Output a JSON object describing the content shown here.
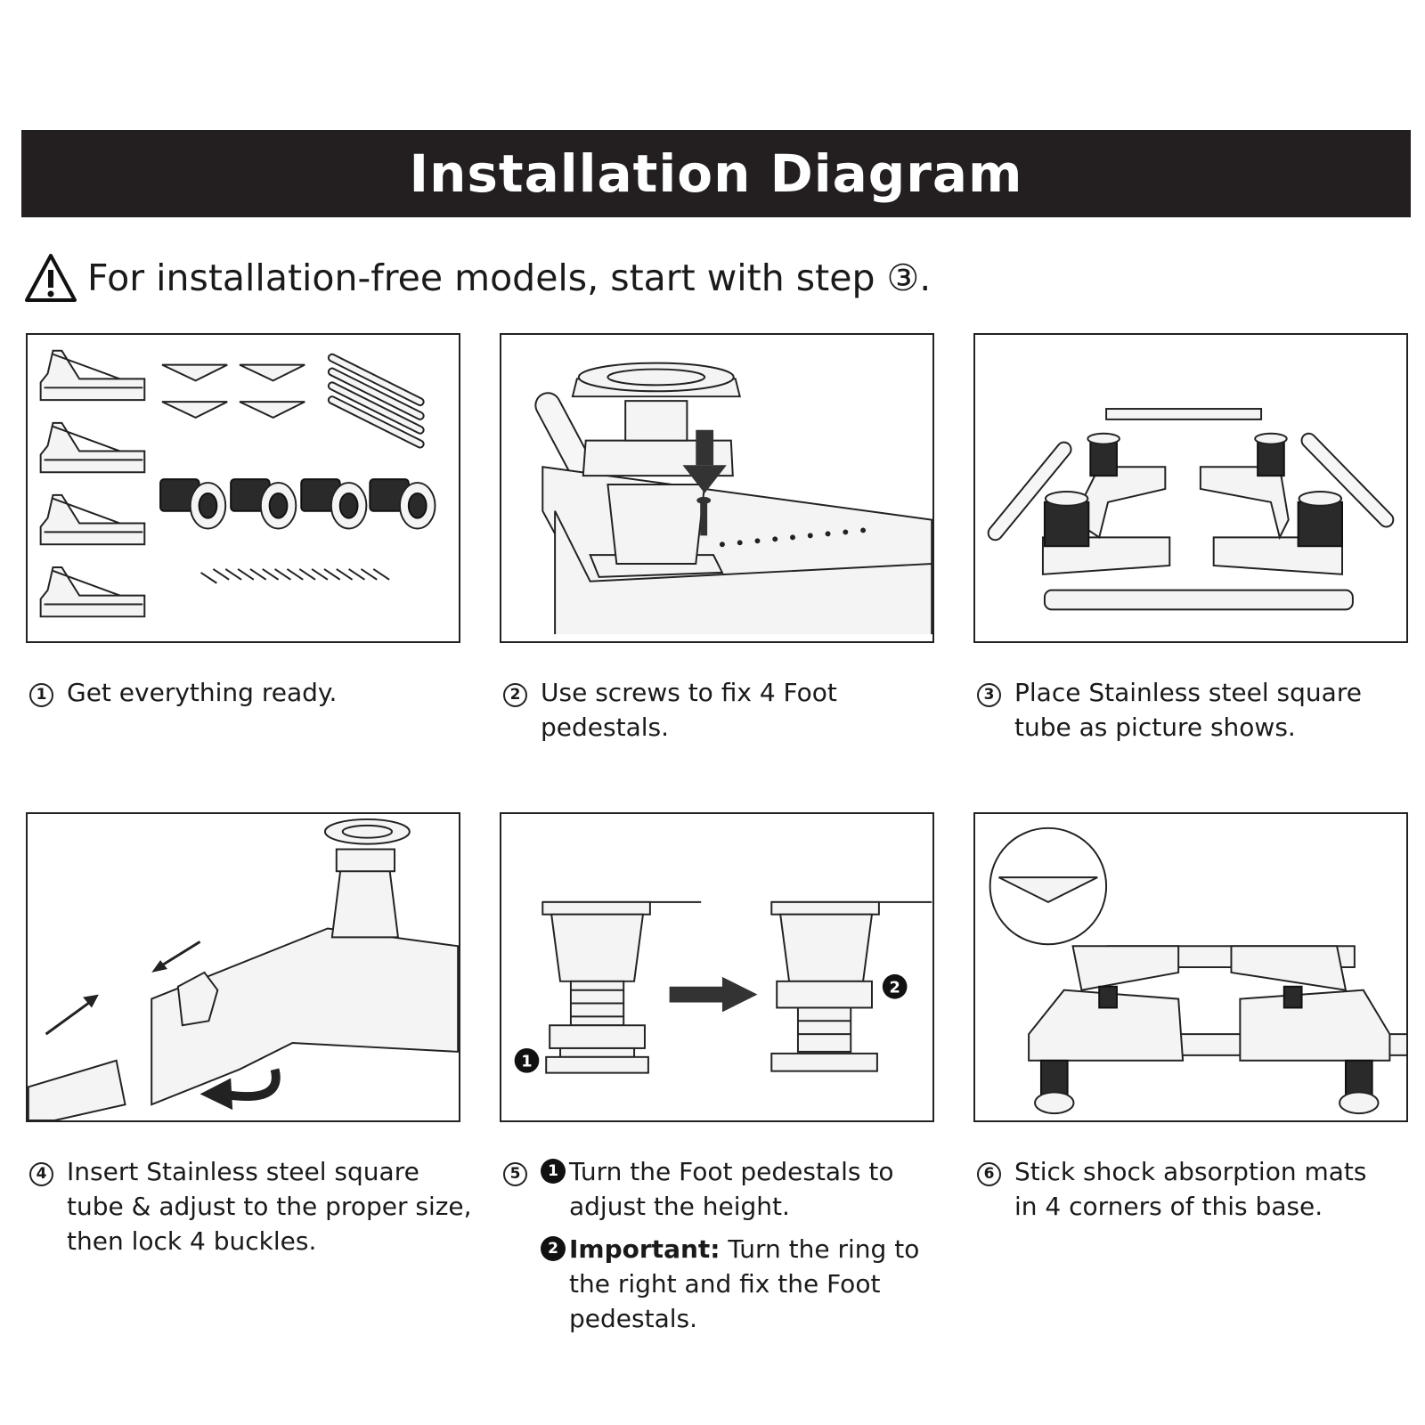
{
  "header": {
    "title": "Installation Diagram"
  },
  "notice": {
    "text": "For installation-free models, start with step ③.",
    "icon": "warning-triangle-icon"
  },
  "steps": [
    {
      "num": "1",
      "text": "Get everything ready."
    },
    {
      "num": "2",
      "text": "Use screws to fix 4 Foot pedestals."
    },
    {
      "num": "3",
      "text": "Place Stainless steel square tube as picture shows."
    },
    {
      "num": "4",
      "text": "Insert Stainless steel square tube & adjust to the proper size, then lock 4 buckles."
    },
    {
      "num": "5",
      "sub1_marker": "1",
      "sub1_text": "Turn the Foot pedestals to adjust the height.",
      "sub2_marker": "2",
      "sub2_bold": "Important:",
      "sub2_text": " Turn the ring to the right and fix the Foot pedestals."
    },
    {
      "num": "6",
      "text": "Stick shock absorption mats in 4 corners of this base."
    }
  ],
  "panel5_markers": {
    "left": "1",
    "right": "2"
  }
}
